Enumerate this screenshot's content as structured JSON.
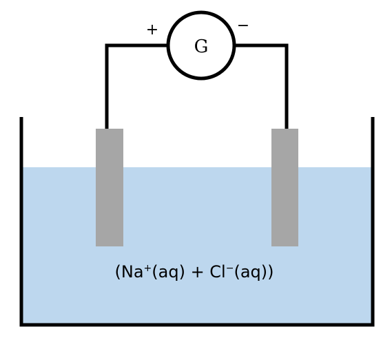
{
  "galvanometer": {
    "label": "G",
    "positive_sign": "+",
    "negative_sign": "−"
  },
  "solution": {
    "text_open": "(Na",
    "na_charge": "+",
    "text_mid": "(aq) + Cl",
    "cl_charge": "−",
    "text_close": "(aq))"
  },
  "colors": {
    "solution_fill": "#bdd7ee",
    "electrode_fill": "#a6a6a6",
    "wire": "#000000",
    "vessel": "#000000"
  }
}
